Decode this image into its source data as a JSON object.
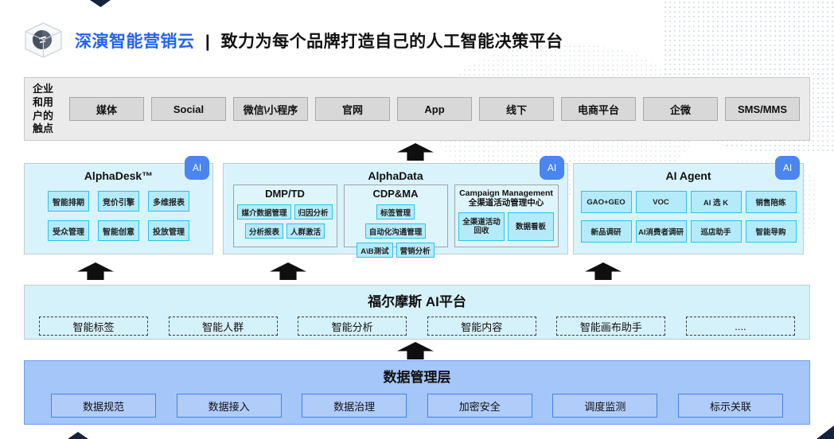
{
  "header": {
    "brand": "深演智能营销云",
    "separator": "|",
    "tagline": "致力为每个品牌打造自己的人工智能决策平台"
  },
  "touchpoints": {
    "label_lines": [
      "企业",
      "和用",
      "户的",
      "触点"
    ],
    "items": [
      "媒体",
      "Social",
      "微信\\小程序",
      "官网",
      "App",
      "线下",
      "电商平台",
      "企微",
      "SMS/MMS"
    ]
  },
  "panels": [
    {
      "title": "AlphaDesk™",
      "badge": "AI",
      "items": [
        "智能排期",
        "竞价引擎",
        "多维报表",
        "受众管理",
        "智能创意",
        "投放管理"
      ]
    },
    {
      "title": "AlphaData",
      "badge": "AI",
      "groups": [
        {
          "title": "DMP/TD",
          "items": [
            "媒介数据管理",
            "归因分析",
            "分析报表",
            "人群激活"
          ]
        },
        {
          "title": "CDP&MA",
          "items": [
            "标签管理",
            "自动化沟通管理",
            "A\\B测试",
            "营销分析"
          ]
        },
        {
          "title": "Campaign Management",
          "subtitle": "全渠道活动管理中心",
          "items": [
            "全渠道活动回收",
            "数据看板"
          ]
        }
      ]
    },
    {
      "title": "AI Agent",
      "badge": "AI",
      "items": [
        "GAO+GEO",
        "VOC",
        "AI 选 K",
        "销售陪练",
        "新品调研",
        "AI消费者调研",
        "巡店助手",
        "智能导购"
      ]
    }
  ],
  "ai_platform": {
    "title": "福尔摩斯 AI平台",
    "items": [
      "智能标签",
      "智能人群",
      "智能分析",
      "智能内容",
      "智能画布助手",
      "...."
    ]
  },
  "data_layer": {
    "title": "数据管理层",
    "items": [
      "数据规范",
      "数据接入",
      "数据治理",
      "加密安全",
      "调度监测",
      "标示关联"
    ]
  },
  "colors": {
    "brand_blue": "#2563f0",
    "badge_blue": "#4a85f0",
    "panel_cyan_bg": "#d8f3fb",
    "item_cyan_bg": "#b4ebfa",
    "item_cyan_border": "#2ec2e7",
    "holmes_bg": "#d5f1f9",
    "data_layer_bg": "#a4c6f8",
    "data_item_border": "#4a82e2",
    "touchpoint_band_bg": "#ebebeb",
    "touchpoint_item_bg": "#d8d8d8",
    "arrow_black": "#0f0f0f"
  }
}
